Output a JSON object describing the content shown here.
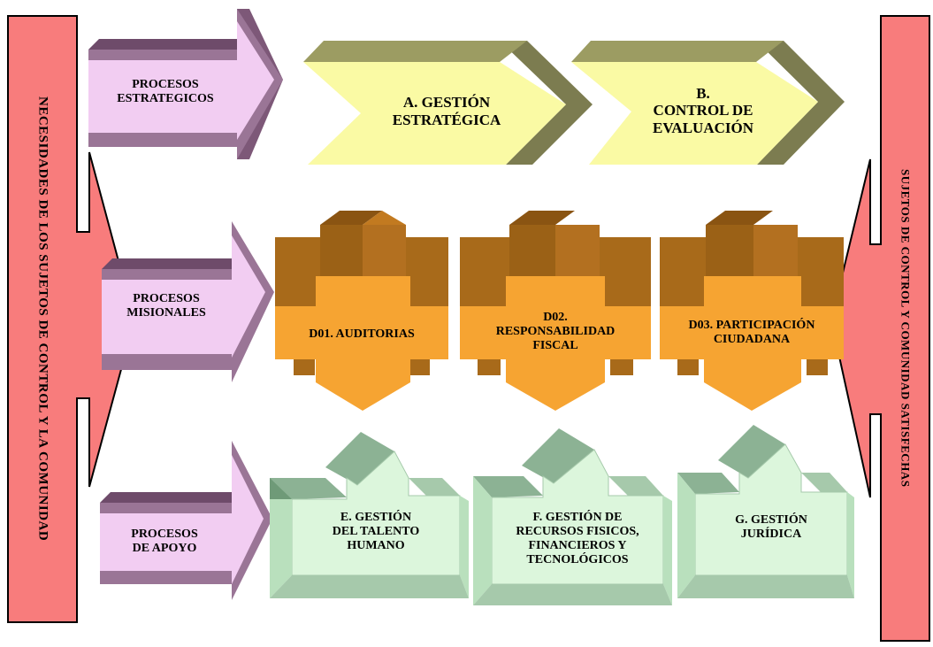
{
  "left_bar": {
    "label": "NECESIDADES DE LOS SUJETOS DE CONTROL Y LA COMUNIDAD"
  },
  "right_bar": {
    "label": "SUJETOS DE CONTROL Y COMUNIDAD SATISFECHAS"
  },
  "categories": {
    "estrategicos": "PROCESOS\nESTRATEGICOS",
    "misionales": "PROCESOS\nMISIONALES",
    "apoyo": "PROCESOS\nDE APOYO"
  },
  "strategic": {
    "a": "A.  GESTIÓN\nESTRATÉGICA",
    "b": "B.\nCONTROL DE\nEVALUACIÓN"
  },
  "missional": {
    "d01": "D01. AUDITORIAS",
    "d02": "D02.\nRESPONSABILIDAD\nFISCAL",
    "d03": "D03. PARTICIPACIÓN\nCIUDADANA"
  },
  "support": {
    "e": "E. GESTIÓN\nDEL TALENTO\nHUMANO",
    "f": "F. GESTIÓN DE\nRECURSOS FISICOS,\nFINANCIEROS Y\nTECNOLÓGICOS",
    "g": "G. GESTIÓN\nJURÍDICA"
  },
  "colors": {
    "side_bar": "#f87c7c",
    "category_arrow": "#f0c8f0",
    "category_arrow_shade": "#9a7596",
    "strategic_chevron": "#fafaa4",
    "strategic_chevron_shade": "#7c7c50",
    "missional_dark": "#a86a1a",
    "missional_light": "#f6a432",
    "support_light": "#dcf6dc",
    "support_shade": "#8cb294"
  }
}
